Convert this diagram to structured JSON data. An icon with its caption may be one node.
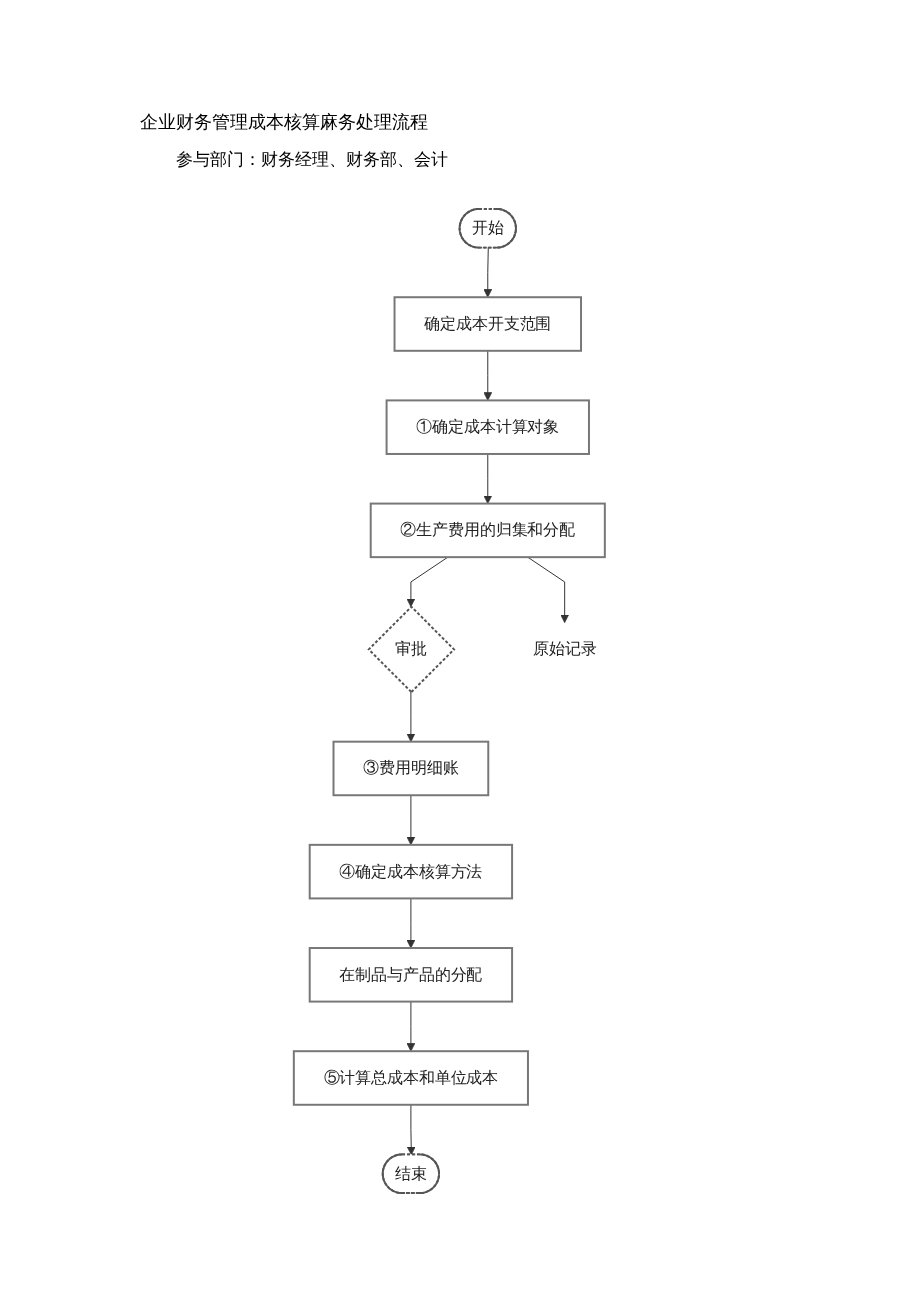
{
  "diagram": {
    "title": "企业财务管理成本核算麻务处理流程",
    "nodes": [
      {
        "text": [
          "开始"
        ]
      },
      {
        "text": [
          "确定成本开支范围"
        ]
      },
      {
        "text": [
          "①确定成本计算对象"
        ]
      },
      {
        "text": [
          "审批"
        ]
      },
      {
        "text": [
          "②生产费用的归集和分配"
        ]
      },
      {
        "text": [
          "原始记录"
        ]
      },
      {
        "text": [
          "③费用明细账"
        ]
      },
      {
        "text": [
          "④确定成本核算方法"
        ]
      },
      {
        "text": [
          "在制品与产品的分配"
        ]
      },
      {
        "text": [
          "⑤计算总成本和单位成本"
        ]
      },
      {
        "text": [
          "结束"
        ]
      }
    ],
    "edges": [
      {
        "from": 0,
        "to": 1,
        "arrow": "to"
      },
      {
        "from": 1,
        "to": 2,
        "arrow": "to"
      },
      {
        "from": 2,
        "to": 4,
        "arrow": "to"
      },
      {
        "from": 4,
        "to": 3,
        "arrow": "to"
      },
      {
        "from": 3,
        "to": 6,
        "arrow": "to"
      },
      {
        "from": 4,
        "to": 5,
        "arrow": "to"
      },
      {
        "from": 6,
        "to": 7,
        "arrow": "to"
      },
      {
        "from": 7,
        "to": 8,
        "arrow": "to"
      },
      {
        "from": 8,
        "to": 9,
        "arrow": "to"
      },
      {
        "from": 9,
        "to": 10,
        "arrow": "to"
      }
    ],
    "labels": [
      "参与部门：财务经理、财务部、会计"
    ]
  }
}
